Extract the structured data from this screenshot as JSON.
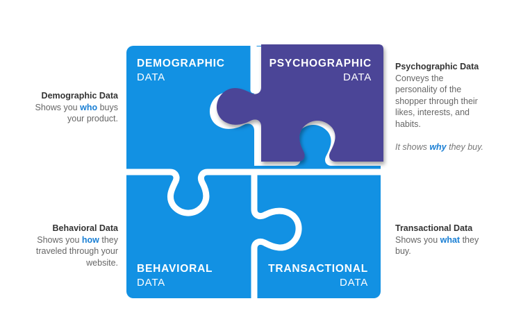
{
  "colors": {
    "blue": "#1291e3",
    "purple": "#4b4597",
    "accent": "#1a7fd4",
    "heading_text": "#333333",
    "body_text": "#666666"
  },
  "pieces": {
    "demographic": {
      "line1": "DEMOGRAPHIC",
      "line2": "DATA"
    },
    "psychographic": {
      "line1": "PSYCHOGRAPHIC",
      "line2": "DATA"
    },
    "behavioral": {
      "line1": "BEHAVIORAL",
      "line2": "DATA"
    },
    "transactional": {
      "line1": "TRANSACTIONAL",
      "line2": "DATA"
    }
  },
  "descriptions": {
    "demographic": {
      "heading": "Demographic Data",
      "text1": "Shows you ",
      "emphasis": "who",
      "text2": " buys",
      "line3": "your product."
    },
    "psychographic": {
      "heading": "Psychographic Data",
      "line1": "Conveys the",
      "line2": "personality of the",
      "line3": "shopper through their",
      "line4": "likes, interests, and",
      "line5": "habits.",
      "note1": "It shows ",
      "note_emphasis": "why",
      "note2": " they buy."
    },
    "behavioral": {
      "heading": "Behavioral Data",
      "text1": "Shows you ",
      "emphasis": "how",
      "text2": " they",
      "line3": "traveled through your",
      "line4": "website."
    },
    "transactional": {
      "heading": "Transactional Data",
      "text1": "Shows you ",
      "emphasis": "what",
      "text2": " they",
      "line3": "buy."
    }
  }
}
